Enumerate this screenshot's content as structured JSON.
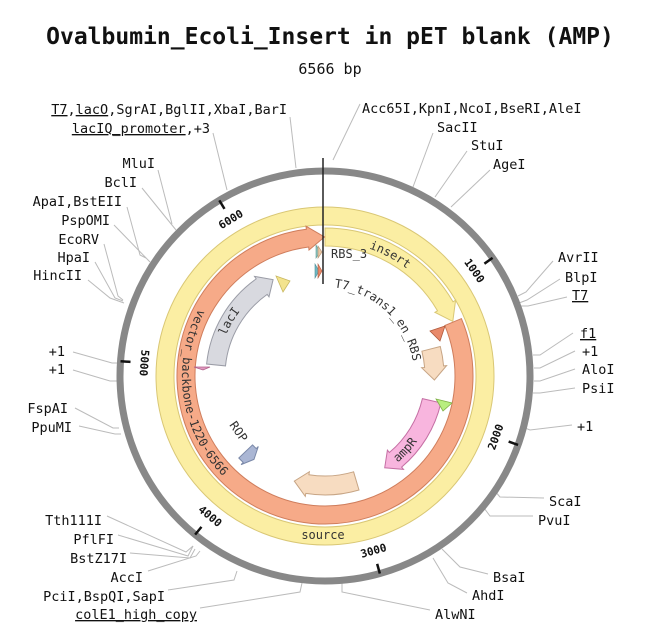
{
  "header": {
    "title": "Ovalbumin_Ecoli_Insert in pET blank (AMP)",
    "length": "6566 bp"
  },
  "plasmid_length": 6566,
  "ticks": [
    "1000",
    "2000",
    "3000",
    "4000",
    "5000",
    "6000"
  ],
  "tick_values": [
    1000,
    2000,
    3000,
    4000,
    5000,
    6000
  ],
  "colors": {
    "ring": "#888888",
    "origin_line": "#222222",
    "leader": "#bbbbbb"
  },
  "features": [
    {
      "name": "source",
      "label": "source",
      "start": 0,
      "end": 6566,
      "track": "outer",
      "fill": "#fbeea3",
      "stroke": "#d9c775",
      "arrow": "none"
    },
    {
      "name": "insert",
      "label": "insert",
      "start": 0,
      "end": 1220,
      "track": "middle",
      "fill": "#fbeea3",
      "stroke": "#d9c775",
      "arrow": "end"
    },
    {
      "name": "vector-backbone",
      "label": "vector_backbone-1220-6566",
      "start": 1225,
      "end": 6562,
      "track": "middle",
      "fill": "#f6aa88",
      "stroke": "#cf7d5c",
      "arrow": "end"
    },
    {
      "name": "lacI",
      "label": "lacI",
      "start": 5030,
      "end": 6050,
      "track": "inner",
      "fill": "#d8d9df",
      "stroke": "#9a9ca6",
      "arrow": "end"
    },
    {
      "name": "ampR",
      "label": "ampR",
      "start": 1880,
      "end": 2680,
      "track": "inner",
      "fill": "#f8b5de",
      "stroke": "#c56fa4",
      "arrow": "end"
    },
    {
      "name": "ROP",
      "label": "ROP",
      "start": 4020,
      "end": 4130,
      "track": "inner",
      "fill": "#aab6d4",
      "stroke": "#7a88a8",
      "arrow": "start"
    },
    {
      "name": "beige-right",
      "label": "",
      "start": 1380,
      "end": 1680,
      "track": "inner",
      "fill": "#f7dcc1",
      "stroke": "#c7a585",
      "arrow": "end"
    },
    {
      "name": "beige-bottom",
      "label": "",
      "start": 2980,
      "end": 3580,
      "track": "inner",
      "fill": "#f7dcc1",
      "stroke": "#c7a585",
      "arrow": "end"
    }
  ],
  "inner_labels": {
    "rbs": "RBS_3",
    "t7_trans": "T7_trans1_en_RBS"
  },
  "left_labels": {
    "top1": [
      "T7",
      ",",
      "lacO",
      ",SgrAI,BglII,XbaI,BarI"
    ],
    "top2": [
      "lacIQ_promoter",
      ",+3"
    ],
    "items": [
      "MluI",
      "BclI",
      "ApaI,BstEII",
      "PspOMI",
      "EcoRV",
      "HpaI",
      "HincII",
      "+1",
      "+1",
      "FspAI",
      "PpuMI",
      "Tth111I",
      "PflFI",
      "BstZ17I",
      "AccI",
      "PciI,BspQI,SapI",
      "colE1_high_copy"
    ]
  },
  "right_labels": {
    "items": [
      "Acc65I,KpnI,NcoI,BseRI,AleI",
      "SacII",
      "StuI",
      "AgeI",
      "AvrII",
      "BlpI",
      "T7",
      "f1",
      "+1",
      "AloI",
      "PsiI",
      "+1",
      "ScaI",
      "PvuI",
      "BsaI",
      "AhdI",
      "AlwNI"
    ]
  }
}
